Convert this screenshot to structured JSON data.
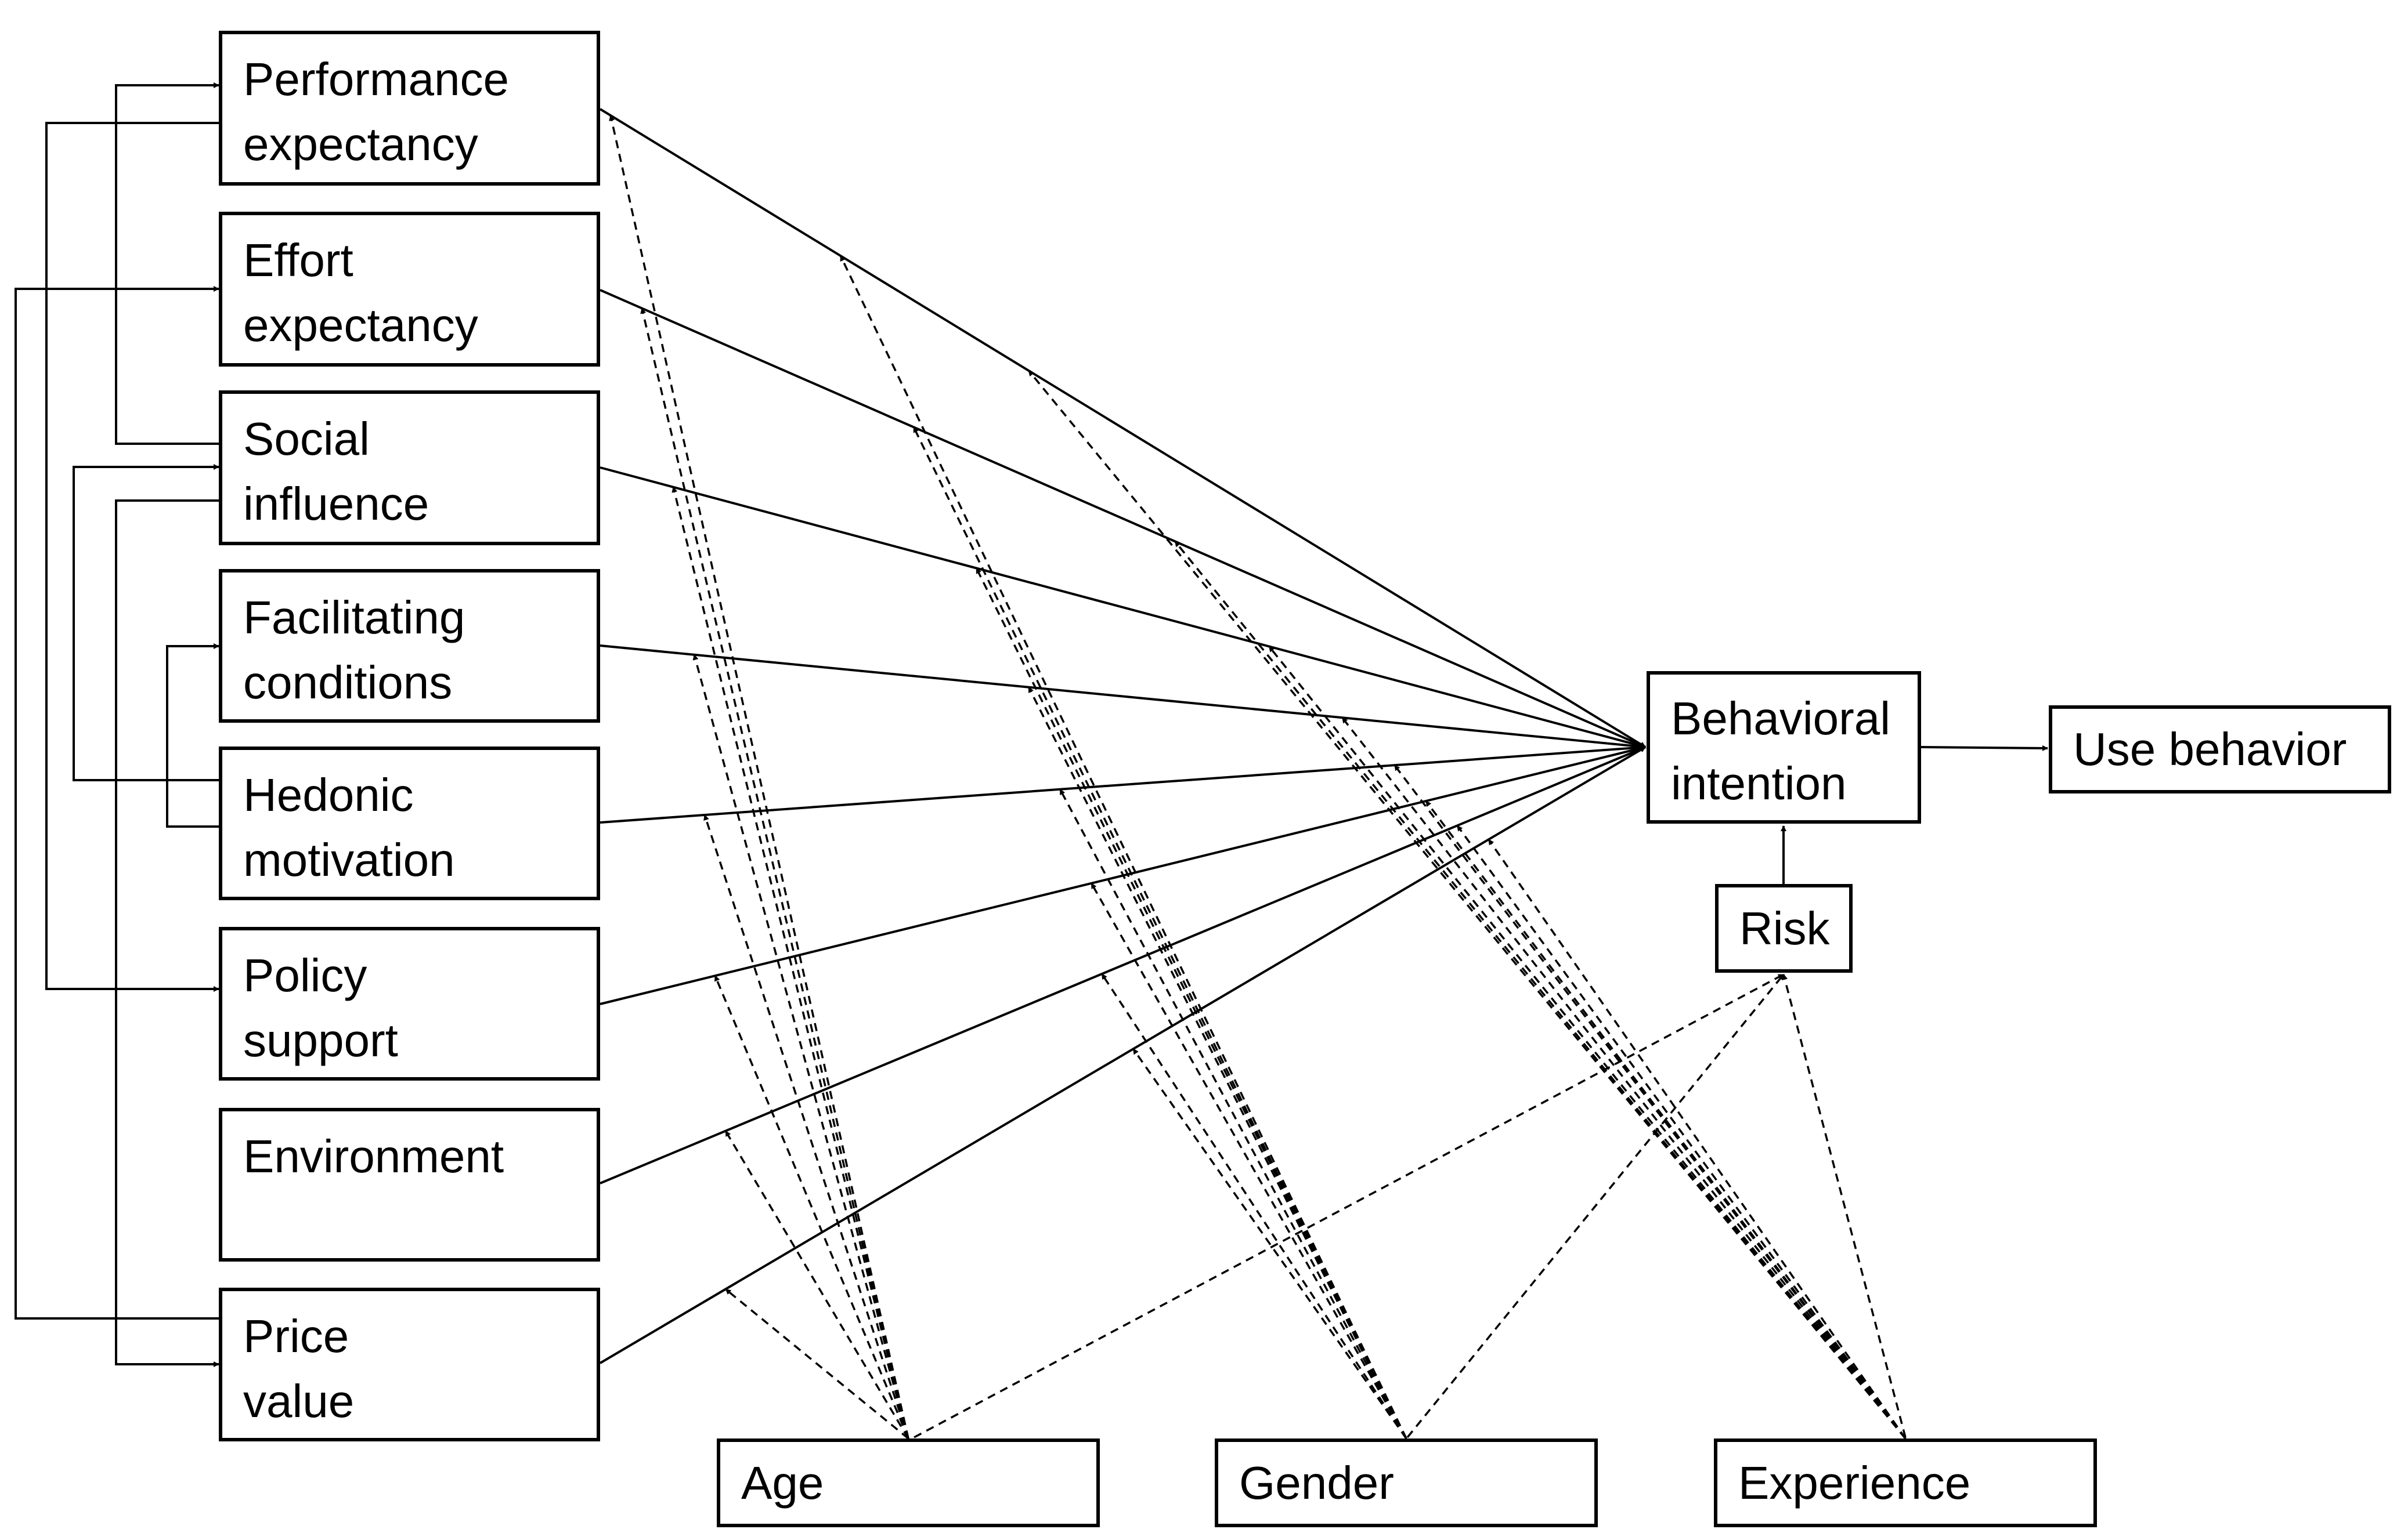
{
  "constructs": [
    {
      "id": "pe",
      "line1": "Performance",
      "line2": "expectancy"
    },
    {
      "id": "ee",
      "line1": "Effort",
      "line2": "expectancy"
    },
    {
      "id": "si",
      "line1": "Social",
      "line2": "influence"
    },
    {
      "id": "fc",
      "line1": "Facilitating",
      "line2": "conditions"
    },
    {
      "id": "hm",
      "line1": "Hedonic",
      "line2": "motivation"
    },
    {
      "id": "ps",
      "line1": "Policy",
      "line2": "support"
    },
    {
      "id": "env",
      "line1": "Environment",
      "line2": ""
    },
    {
      "id": "pv",
      "line1": "Price",
      "line2": "value"
    }
  ],
  "outcomes": {
    "bi_line1": "Behavioral",
    "bi_line2": "intention",
    "use": "Use behavior",
    "risk": "Risk"
  },
  "moderators": {
    "age": "Age",
    "gender": "Gender",
    "experience": "Experience"
  },
  "colors": {
    "stroke": "#000000",
    "background": "#ffffff"
  }
}
